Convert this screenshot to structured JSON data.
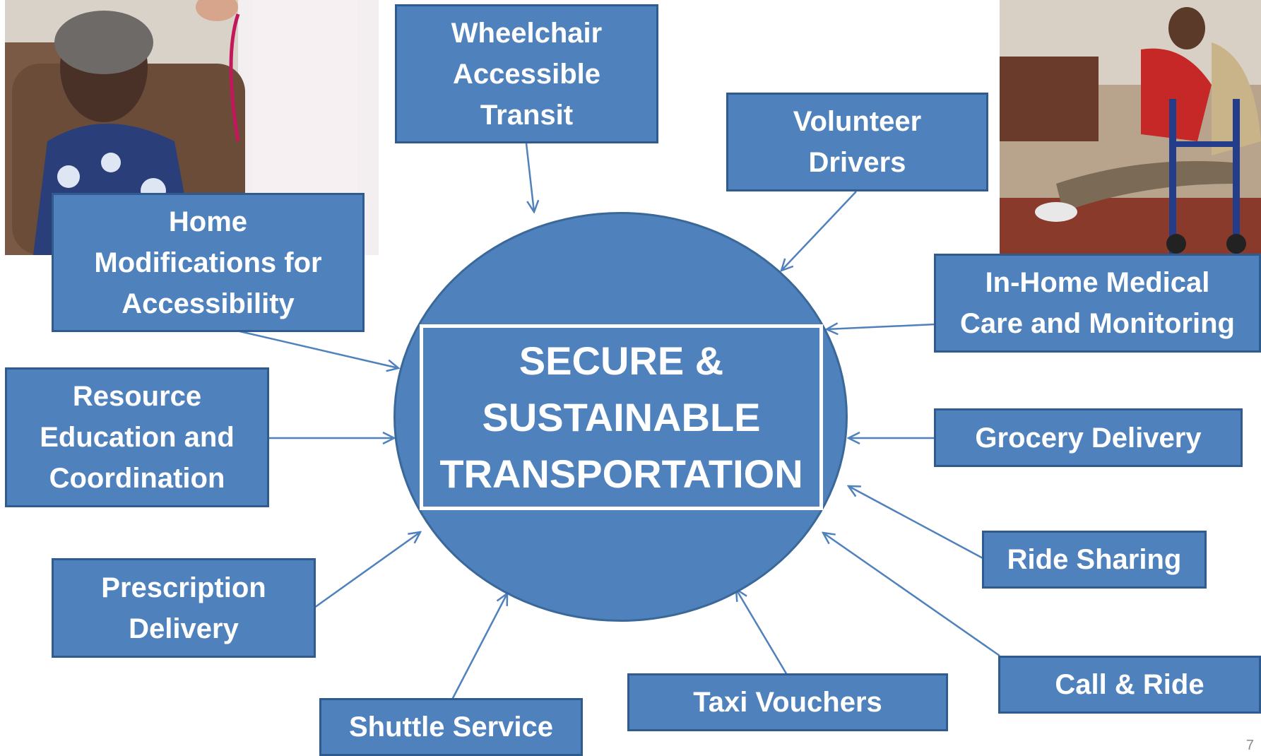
{
  "diagram": {
    "center": {
      "lines": [
        "SECURE &",
        "SUSTAINABLE",
        "TRANSPORTATION"
      ]
    },
    "nodes": [
      {
        "id": "wheelchair-accessible-transit",
        "lines": [
          "Wheelchair",
          "Accessible",
          "Transit"
        ]
      },
      {
        "id": "volunteer-drivers",
        "lines": [
          "Volunteer",
          "Drivers"
        ]
      },
      {
        "id": "home-modifications",
        "lines": [
          "Home",
          "Modifications for",
          "Accessibility"
        ]
      },
      {
        "id": "in-home-medical-care",
        "lines": [
          "In-Home Medical",
          "Care and Monitoring"
        ]
      },
      {
        "id": "resource-education",
        "lines": [
          "Resource",
          "Education and",
          "Coordination"
        ]
      },
      {
        "id": "grocery-delivery",
        "lines": [
          "Grocery Delivery"
        ]
      },
      {
        "id": "prescription-delivery",
        "lines": [
          "Prescription",
          "Delivery"
        ]
      },
      {
        "id": "ride-sharing",
        "lines": [
          "Ride Sharing"
        ]
      },
      {
        "id": "shuttle-service",
        "lines": [
          "Shuttle Service"
        ]
      },
      {
        "id": "taxi-vouchers",
        "lines": [
          "Taxi Vouchers"
        ]
      },
      {
        "id": "call-and-ride",
        "lines": [
          "Call & Ride"
        ]
      }
    ]
  },
  "photos": {
    "left": "senior-health-checkup-photo",
    "right": "senior-caregiver-walker-photo"
  },
  "colors": {
    "node_fill": "#4f81bd",
    "node_border": "#2f5b8f",
    "arrow": "#4f81bd",
    "text": "#ffffff"
  },
  "page_number": "7"
}
